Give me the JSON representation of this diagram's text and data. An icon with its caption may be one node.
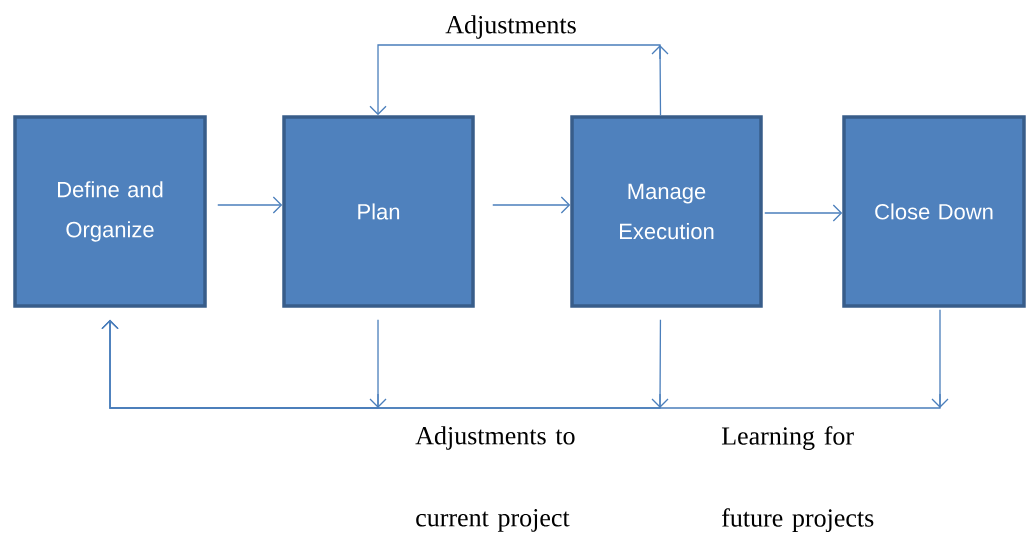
{
  "diagram": {
    "nodes": [
      {
        "text": [
          "Define and Organize"
        ]
      },
      {
        "text": [
          "Plan"
        ]
      },
      {
        "text": [
          "Manage Execution"
        ]
      },
      {
        "text": [
          "Close Down"
        ]
      }
    ],
    "edges": [
      {
        "from": 0,
        "to": 1,
        "arrow": "to"
      },
      {
        "from": 1,
        "to": 2,
        "arrow": "to"
      },
      {
        "from": 2,
        "to": 3,
        "arrow": "to"
      },
      {
        "from": 2,
        "to": 1,
        "arrow": "to",
        "label": "Adjustments"
      },
      {
        "from": 1,
        "to": 0,
        "arrow": "to"
      },
      {
        "from": 2,
        "to": 0,
        "arrow": "to"
      },
      {
        "from": 3,
        "to": 0,
        "arrow": "to"
      }
    ],
    "labels": [
      "Adjustments to current project",
      "Learning for future projects"
    ]
  }
}
